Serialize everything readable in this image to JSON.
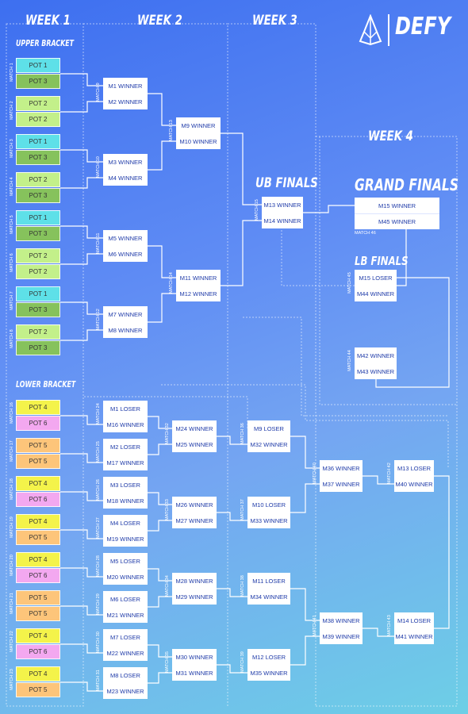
{
  "headers": {
    "week1": "WEEK 1",
    "week2": "WEEK 2",
    "week3": "WEEK 3",
    "week4": "WEEK 4",
    "upper": "UPPER BRACKET",
    "lower": "LOWER BRACKET",
    "ub_finals": "UB FINALS",
    "grand_finals": "GRAND FINALS",
    "lb_finals": "LB FINALS",
    "brand": "DEFY"
  },
  "colors": {
    "pot1": "#5ee0e8",
    "pot2": "#c3f08a",
    "pot3": "#86c25c",
    "pot4": "#f4f34a",
    "pot5": "#fdc57a",
    "pot6": "#f3a8f0",
    "line": "#ffffff",
    "text": "#1e3aa8"
  },
  "pot_groups": [
    {
      "label": "MATCH 1",
      "pots": [
        "POT 1",
        "POT 3"
      ],
      "colors": [
        "pot1",
        "pot3"
      ]
    },
    {
      "label": "MATCH 2",
      "pots": [
        "POT 2",
        "POT 2"
      ],
      "colors": [
        "pot2",
        "pot2"
      ]
    },
    {
      "label": "MATCH 3",
      "pots": [
        "POT 1",
        "POT 3"
      ],
      "colors": [
        "pot1",
        "pot3"
      ]
    },
    {
      "label": "MATCH 4",
      "pots": [
        "POT 2",
        "POT 3"
      ],
      "colors": [
        "pot2",
        "pot3"
      ]
    },
    {
      "label": "MATCH 5",
      "pots": [
        "POT 1",
        "POT 3"
      ],
      "colors": [
        "pot1",
        "pot3"
      ]
    },
    {
      "label": "MATCH 6",
      "pots": [
        "POT 2",
        "POT 2"
      ],
      "colors": [
        "pot2",
        "pot2"
      ]
    },
    {
      "label": "MATCH 7",
      "pots": [
        "POT 1",
        "POT 3"
      ],
      "colors": [
        "pot1",
        "pot3"
      ]
    },
    {
      "label": "MATCH 8",
      "pots": [
        "POT 2",
        "POT 3"
      ],
      "colors": [
        "pot2",
        "pot3"
      ]
    },
    {
      "label": "MATCH 16",
      "pots": [
        "POT 4",
        "POT 6"
      ],
      "colors": [
        "pot4",
        "pot6"
      ]
    },
    {
      "label": "MATCH 17",
      "pots": [
        "POT 5",
        "POT 5"
      ],
      "colors": [
        "pot5",
        "pot5"
      ]
    },
    {
      "label": "MATCH 18",
      "pots": [
        "POT 4",
        "POT 6"
      ],
      "colors": [
        "pot4",
        "pot6"
      ]
    },
    {
      "label": "MATCH 19",
      "pots": [
        "POT 4",
        "POT 5"
      ],
      "colors": [
        "pot4",
        "pot5"
      ]
    },
    {
      "label": "MATCH 20",
      "pots": [
        "POT 4",
        "POT 6"
      ],
      "colors": [
        "pot4",
        "pot6"
      ]
    },
    {
      "label": "MATCH 21",
      "pots": [
        "POT 5",
        "POT 5"
      ],
      "colors": [
        "pot5",
        "pot5"
      ]
    },
    {
      "label": "MATCH 22",
      "pots": [
        "POT 4",
        "POT 6"
      ],
      "colors": [
        "pot4",
        "pot6"
      ]
    },
    {
      "label": "MATCH 23",
      "pots": [
        "POT 4",
        "POT 5"
      ],
      "colors": [
        "pot4",
        "pot5"
      ]
    }
  ],
  "matches": [
    {
      "label": "MATCH 9",
      "rows": [
        "M1 WINNER",
        "M2 WINNER"
      ]
    },
    {
      "label": "MATCH 10",
      "rows": [
        "M3 WINNER",
        "M4 WINNER"
      ]
    },
    {
      "label": "MATCH 11",
      "rows": [
        "M5 WINNER",
        "M6 WINNER"
      ]
    },
    {
      "label": "MATCH 12",
      "rows": [
        "M7 WINNER",
        "M8 WINNER"
      ]
    },
    {
      "label": "MATCH 13",
      "rows": [
        "M9 WINNER",
        "M10 WINNER"
      ]
    },
    {
      "label": "MATCH 14",
      "rows": [
        "M11 WINNER",
        "M12 WINNER"
      ]
    },
    {
      "label": "MATCH 15",
      "rows": [
        "M13 WINNER",
        "M14 WINNER"
      ]
    },
    {
      "label": "MATCH 46",
      "rows": [
        "M15 WINNER",
        "M45 WINNER"
      ]
    },
    {
      "label": "MATCH 45",
      "rows": [
        "M15 LOSER",
        "M44 WINNER"
      ]
    },
    {
      "label": "MATCH 44",
      "rows": [
        "M42 WINNER",
        "M43 WINNER"
      ]
    },
    {
      "label": "MATCH 24",
      "rows": [
        "M1 LOSER",
        "M16 WINNER"
      ]
    },
    {
      "label": "MATCH 25",
      "rows": [
        "M2 LOSER",
        "M17 WINNER"
      ]
    },
    {
      "label": "MATCH 26",
      "rows": [
        "M3 LOSER",
        "M18 WINNER"
      ]
    },
    {
      "label": "MATCH 27",
      "rows": [
        "M4 LOSER",
        "M19 WINNER"
      ]
    },
    {
      "label": "MATCH 28",
      "rows": [
        "M5 LOSER",
        "M20 WINNER"
      ]
    },
    {
      "label": "MATCH 29",
      "rows": [
        "M6 LOSER",
        "M21 WINNER"
      ]
    },
    {
      "label": "MATCH 30",
      "rows": [
        "M7 LOSER",
        "M22 WINNER"
      ]
    },
    {
      "label": "MATCH 31",
      "rows": [
        "M8 LOSER",
        "M23 WINNER"
      ]
    },
    {
      "label": "MATCH 32",
      "rows": [
        "M24 WINNER",
        "M25 WINNER"
      ]
    },
    {
      "label": "MATCH 33",
      "rows": [
        "M26 WINNER",
        "M27 WINNER"
      ]
    },
    {
      "label": "MATCH 34",
      "rows": [
        "M28 WINNER",
        "M29 WINNER"
      ]
    },
    {
      "label": "MATCH 35",
      "rows": [
        "M30 WINNER",
        "M31 WINNER"
      ]
    },
    {
      "label": "MATCH 36",
      "rows": [
        "M9 LOSER",
        "M32 WINNER"
      ]
    },
    {
      "label": "MATCH 37",
      "rows": [
        "M10 LOSER",
        "M33 WINNER"
      ]
    },
    {
      "label": "MATCH 38",
      "rows": [
        "M11 LOSER",
        "M34 WINNER"
      ]
    },
    {
      "label": "MATCH 39",
      "rows": [
        "M12 LOSER",
        "M35 WINNER"
      ]
    },
    {
      "label": "MATCH 40",
      "rows": [
        "M36 WINNER",
        "M37 WINNER"
      ]
    },
    {
      "label": "MATCH 41",
      "rows": [
        "M38 WINNER",
        "M39 WINNER"
      ]
    },
    {
      "label": "MATCH 42",
      "rows": [
        "M13 LOSER",
        "M40 WINNER"
      ]
    },
    {
      "label": "MATCH 43",
      "rows": [
        "M14 LOSER",
        "M41 WINNER"
      ]
    }
  ]
}
